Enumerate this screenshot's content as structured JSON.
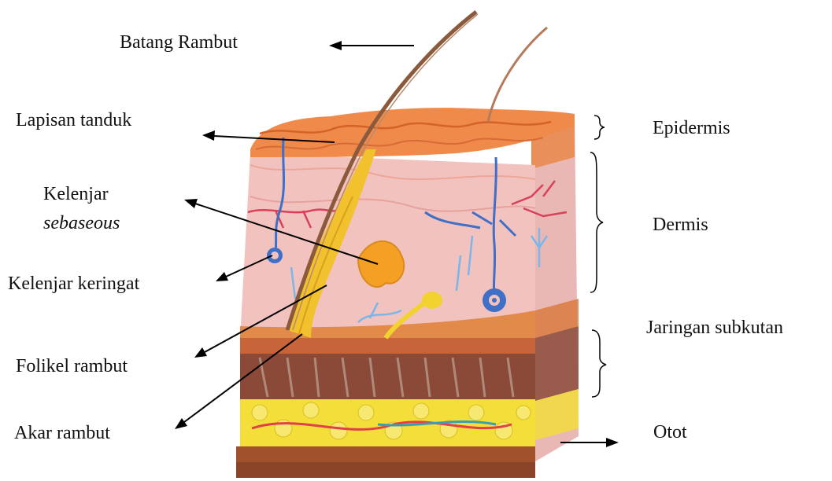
{
  "labels": {
    "batang_rambut": "Batang Rambut",
    "lapisan_tanduk": "Lapisan tanduk",
    "kelenjar_sebaseous_line1": "Kelenjar",
    "kelenjar_sebaseous_line2": "sebaseous",
    "kelenjar_keringat": "Kelenjar keringat",
    "folikel_rambut": "Folikel rambut",
    "akar_rambut": "Akar rambut",
    "epidermis": "Epidermis",
    "dermis": "Dermis",
    "jaringan_subkutan": "Jaringan subkutan",
    "otot": "Otot"
  },
  "colors": {
    "epidermis": "#f08a4b",
    "dermis": "#f2c6c2",
    "hair_shaft": "#8b5a3c",
    "follicle": "#f2c12e",
    "sweat_vessel": "#3f6fc7",
    "blood_vessel": "#d9405a",
    "subcutan_dark": "#8b4a38",
    "fat": "#f3de3a",
    "muscle_layer": "#a0522d"
  }
}
